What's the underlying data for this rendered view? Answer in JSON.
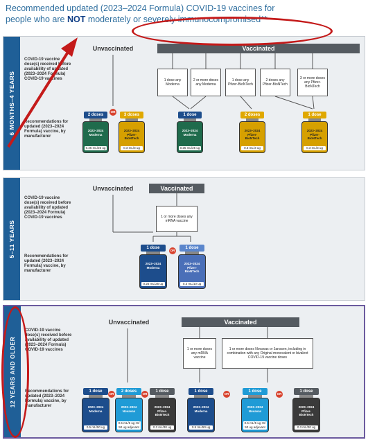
{
  "title": {
    "line1": "Recommended updated (2023–2024 Formula) COVID-19 vaccines for",
    "line2_pre": "people who are ",
    "line2_bold": "NOT",
    "line2_post": " moderately or severely immunocompromised**"
  },
  "section1": {
    "side": "6 MONTHS–4 YEARS",
    "label_top": "COVID-19 vaccine dose(s) received before availability of updated (2023–2024 Formula) COVID-19 vaccines",
    "label_bottom": "Recommendations for updated (2023–2024 Formula) vaccine, by manufacturer",
    "unvaccinated": "Unvaccinated",
    "vaccinated": "Vaccinated",
    "conditions": [
      "1 dose any Moderna",
      "2 or more doses any Moderna",
      "1 dose any Pfizer-BioNTech",
      "2 doses any Pfizer-BioNTech",
      "3 or more doses any Pfizer-BioNTech"
    ],
    "vials": [
      {
        "cap": "2 doses",
        "name": "2023–2024 Moderna",
        "dose": "0.25 mL/25 ug"
      },
      {
        "cap": "3 doses",
        "name": "2023–2024 Pfizer-BioNTech",
        "dose": "0.3 mL/3 ug"
      },
      {
        "cap": "1 dose",
        "name": "2023–2024 Moderna",
        "dose": "0.25 mL/25 ug"
      },
      {
        "cap": "2 doses",
        "name": "2023–2024 Pfizer-BioNTech",
        "dose": "0.3 mL/3 ug"
      },
      {
        "cap": "1 dose",
        "name": "2023–2024 Pfizer-BioNTech",
        "dose": "0.3 mL/3 ug"
      }
    ]
  },
  "section2": {
    "side": "5–11 YEARS",
    "label_top": "COVID-19 vaccine dose(s) received before availability of updated (2023–2024 Formula) COVID-19 vaccines",
    "label_bottom": "Recommendations for updated (2023–2024 Formula) vaccine, by manufacturer",
    "unvaccinated": "Unvaccinated",
    "vaccinated": "Vaccinated",
    "conditions": [
      "1 or more doses any mRNA vaccine"
    ],
    "vials": [
      {
        "cap": "1 dose",
        "name": "2023–2024 Moderna",
        "dose": "0.25 mL/25 ug"
      },
      {
        "cap": "1 dose",
        "name": "2023–2024 Pfizer-BioNTech",
        "dose": "0.3 mL/10 ug"
      }
    ]
  },
  "section3": {
    "side": "12 YEARS AND OLDER",
    "label_top": "COVID-19 vaccine dose(s) received before availability of updated (2023–2024 Formula) COVID-19 vaccines",
    "label_bottom": "Recommendations for updated (2023–2024 Formula) vaccine, by manufacturer",
    "unvaccinated": "Unvaccinated",
    "vaccinated": "Vaccinated",
    "conditions": [
      "1 or more doses any mRNA vaccine",
      "1 or more doses Novavax or Janssen, including in combination with any Original monovalent or bivalent COVID-19 vaccine doses"
    ],
    "vials": [
      {
        "cap": "1 dose",
        "name": "2023–2024 Moderna",
        "dose": "0.5 mL/50 ug"
      },
      {
        "cap": "2 doses",
        "name": "2023–2024 Novavax",
        "dose": "0.5 mL/5 ug rS/ 50 ug adjuvant"
      },
      {
        "cap": "1 dose",
        "name": "2023–2024 Pfizer-BioNTech",
        "dose": "0.3 mL/30 ug"
      },
      {
        "cap": "1 dose",
        "name": "2023–2024 Moderna",
        "dose": "0.5 mL/50 ug"
      },
      {
        "cap": "1 dose",
        "name": "2023–2024 Novavax",
        "dose": "0.5 mL/5 ug rS/ 50 ug adjuvant"
      },
      {
        "cap": "1 dose",
        "name": "2023–2024 Pfizer-BioNTech",
        "dose": "0.3 mL/30 ug"
      }
    ]
  },
  "or_label": "OR",
  "colors": {
    "title": "#2f6f9f",
    "side_bar": "#1f5f97",
    "annotation_red": "#c41a1a",
    "moderna_cap": "#1d4d8c",
    "pfizer_cap": "#e0a800",
    "novavax_cap": "#1f9bd6"
  }
}
